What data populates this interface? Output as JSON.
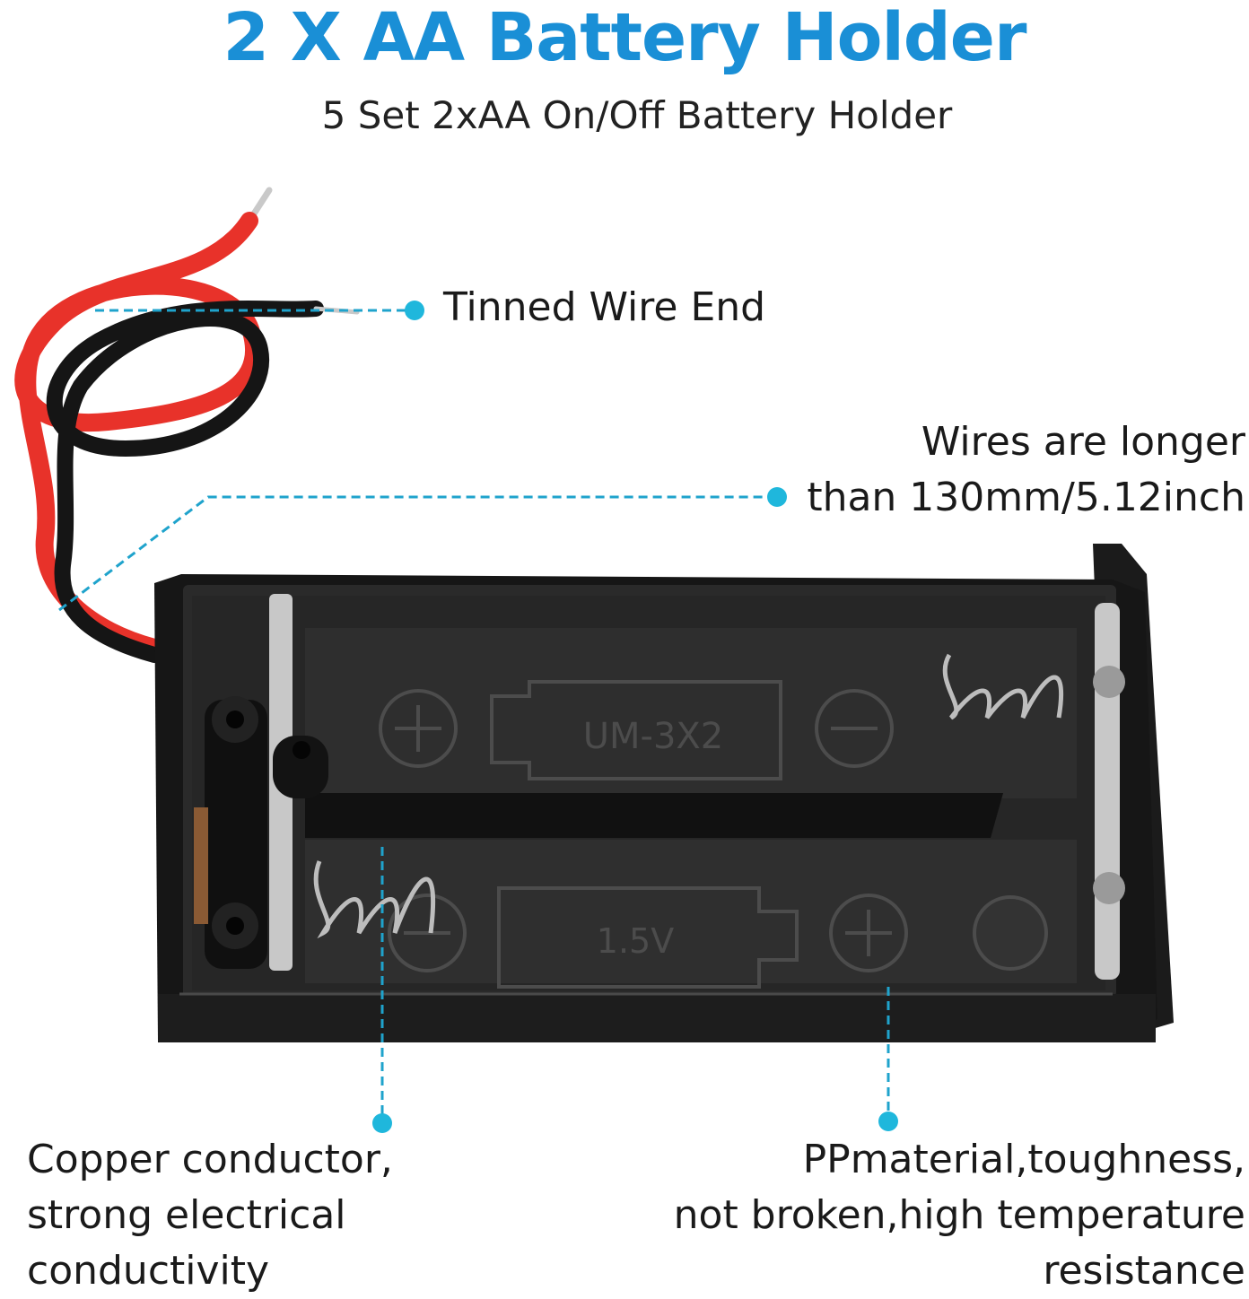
{
  "header": {
    "title": "2 X AA Battery Holder",
    "subtitle": "5 Set 2xAA On/Off Battery Holder"
  },
  "callouts": {
    "tinned": [
      "Tinned Wire End"
    ],
    "wires": [
      "Wires are longer",
      "than 130mm/5.12inch"
    ],
    "copper": [
      "Copper conductor,",
      "strong electrical",
      "conductivity"
    ],
    "material": [
      "PPmaterial,toughness,",
      "not broken,high temperature",
      "resistance"
    ]
  },
  "holder_markings": {
    "model": "UM-3X2",
    "voltage": "1.5V"
  },
  "colors": {
    "title": "#1a8fd6",
    "accent_dot": "#1fb7dc",
    "wire_red": "#e8322a",
    "wire_black": "#151515",
    "case": "#1b1b1b"
  }
}
